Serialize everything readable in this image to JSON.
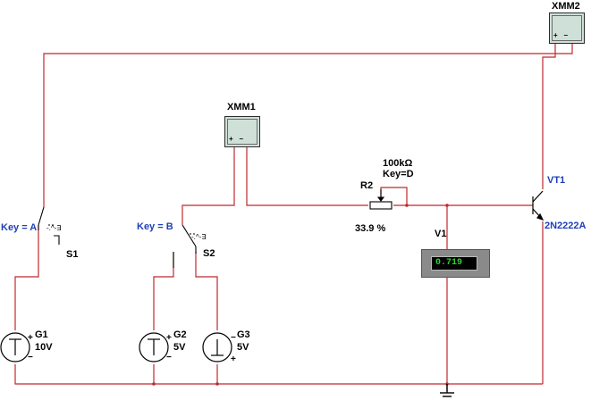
{
  "multimeters": [
    {
      "id": "xmm2",
      "name": "XMM2",
      "terminals": "+   −"
    },
    {
      "id": "xmm1",
      "name": "XMM1",
      "terminals": "+   −"
    }
  ],
  "switches": [
    {
      "key_label": "Key = A",
      "name": "S1"
    },
    {
      "key_label": "Key = B",
      "name": "S2"
    }
  ],
  "potentiometer": {
    "name": "R2",
    "value": "100kΩ",
    "key": "Key=D",
    "setting": "33.9 %"
  },
  "voltmeter": {
    "name": "V1",
    "reading": "0.719"
  },
  "transistor": {
    "name": "VT1",
    "model": "2N2222A"
  },
  "sources": [
    {
      "name": "G1",
      "value": "10V",
      "pos": "+",
      "neg": "−"
    },
    {
      "name": "G2",
      "value": "5V",
      "pos": "+",
      "neg": "−"
    },
    {
      "name": "G3",
      "value": "5V",
      "pos": "−",
      "neg": "+"
    }
  ],
  "colors": {
    "wire": "#c0282e",
    "component": "#1f3fb8",
    "label": "#000000",
    "meter_face": "#cfe0d8",
    "display_text": "#2bd62b"
  }
}
